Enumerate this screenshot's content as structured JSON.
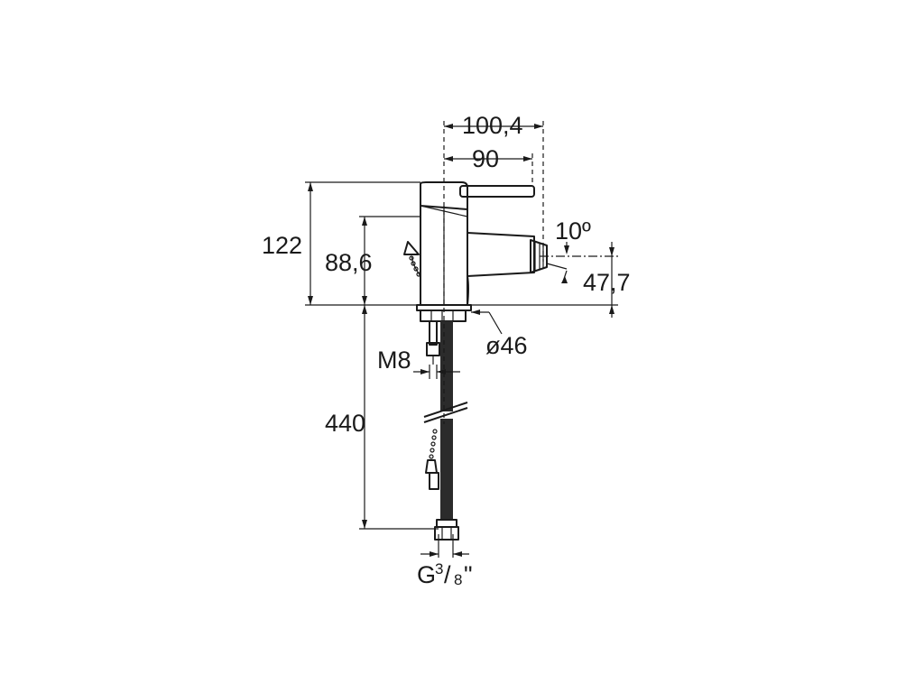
{
  "drawing": {
    "dimensions": {
      "overall_depth": "100,4",
      "lever_depth": "90",
      "total_height": "122",
      "spout_height": "88,6",
      "spout_angle": "10º",
      "spout_offset": "47,7",
      "base_diameter": "ø46",
      "rod_thread": "M8",
      "hose_length": "440",
      "connection_main": "G",
      "connection_num": "3",
      "connection_sep": "/",
      "connection_den": "8",
      "connection_unit": "\""
    }
  }
}
